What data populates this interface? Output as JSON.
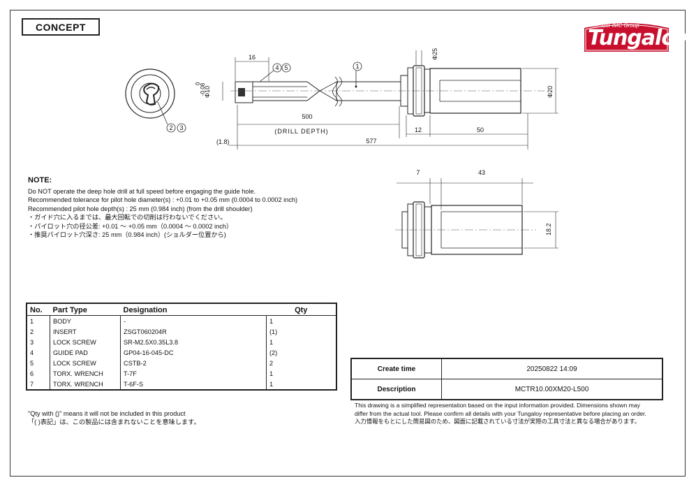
{
  "header": {
    "concept_label": "CONCEPT"
  },
  "logo": {
    "subtitle": "Member IMC Group",
    "brand": "Tungaloy",
    "brand_color": "#c8102e"
  },
  "drawing": {
    "dim_16": "16",
    "dim_500": "500",
    "drill_depth_label": "(DRILL DEPTH)",
    "dim_1_8": "(1.8)",
    "dim_577": "577",
    "dim_12": "12",
    "dim_50": "50",
    "dia_25": "Φ25",
    "dia_20": "Φ20",
    "dia_10": "Φ10",
    "tol_upper": "0",
    "tol_lower": "-0.08",
    "callout_1": "1",
    "callout_2": "2",
    "callout_3": "3",
    "callout_4": "4",
    "callout_5": "5",
    "shank_dim_7": "7",
    "shank_dim_43": "43",
    "shank_dim_18_2": "18.2"
  },
  "note": {
    "title": "NOTE:",
    "lines": [
      "Do NOT operate the deep hole drill at full speed before engaging the guide hole.",
      "Recommended tolerance for pilot hole diameter(s) : +0.01 to +0.05 mm (0.0004 to 0.0002 inch)",
      "Recommended pilot hole depth(s) : 25 mm (0.984 inch) (from the drill shoulder)",
      "・ガイド穴に入るまでは、最大回転での切削は行わないでください。",
      "・パイロット穴の径公差: +0.01 ～ +0.05 mm（0.0004 ～ 0.0002 inch）",
      "・推奨パイロット穴深さ: 25 mm（0.984 inch）(ショルダー位置から)"
    ]
  },
  "parts_table": {
    "headers": [
      "No.",
      "Part Type",
      "Designation",
      "Qty"
    ],
    "rows": [
      [
        "1",
        "BODY",
        "-",
        "1"
      ],
      [
        "2",
        "INSERT",
        "ZSGT060204R",
        "(1)"
      ],
      [
        "3",
        "LOCK SCREW",
        "SR-M2.5X0.35L3.8",
        "1"
      ],
      [
        "4",
        "GUIDE PAD",
        "GP04-16-045-DC",
        "(2)"
      ],
      [
        "5",
        "LOCK SCREW",
        "CSTB-2",
        "2"
      ],
      [
        "6",
        "TORX. WRENCH",
        "T-7F",
        "1"
      ],
      [
        "7",
        "TORX. WRENCH",
        "T-6F-S",
        "1"
      ]
    ]
  },
  "qty_note": {
    "en": "\"Qty with ()\" means it will not be included in this product",
    "jp": "「( )表記」は、この製品には含まれないことを意味します。"
  },
  "info": {
    "create_time_label": "Create time",
    "create_time_value": "20250822 14:09",
    "description_label": "Description",
    "description_value": "MCTR10.00XM20-L500"
  },
  "disclaimer": {
    "en": "This drawing is a simplified representation based on the input information provided. Dimensions shown may differ from the actual tool. Please confirm all details with your Tungaloy representative before placing an order.",
    "jp": "入力情報をもとにした簡易図のため、図面に記載されている寸法が実際の工具寸法と異なる場合があります。"
  }
}
